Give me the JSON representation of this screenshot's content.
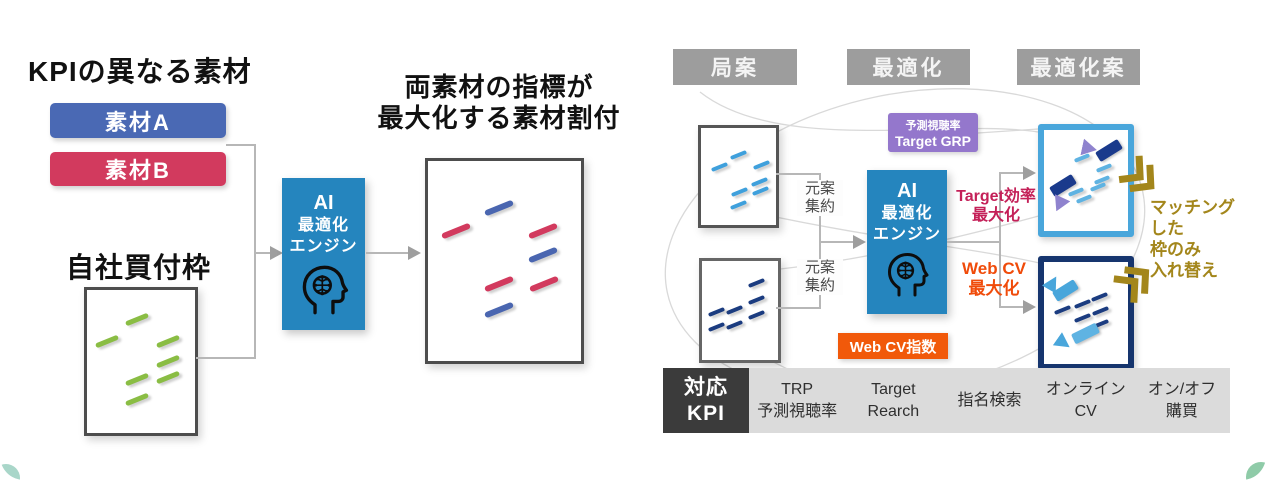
{
  "left": {
    "heading": "KPIの異なる素材",
    "material_a": "素材A",
    "material_b": "素材B",
    "own_frame": "自社買付枠",
    "result_title": {
      "line1": "両素材の指標が",
      "line2": "最大化する素材割付"
    }
  },
  "engine": {
    "line1": "AI",
    "line2": "最適化",
    "line3": "エンジン"
  },
  "right": {
    "headers": [
      "局案",
      "最適化",
      "最適化案"
    ],
    "aggregate": {
      "line1": "元案",
      "line2": "集約"
    },
    "grp_badge": {
      "line1": "予測視聴率",
      "line2": "Target GRP"
    },
    "target_label": {
      "line1": "Target効率",
      "line2": "最大化"
    },
    "webcv_label": {
      "line1": "Web CV",
      "line2": "最大化"
    },
    "webcv_badge": "Web CV指数",
    "matching": {
      "line1": "マッチング",
      "line2": "した",
      "line3": "枠のみ",
      "line4": "入れ替え"
    },
    "kpi": {
      "header": {
        "line1": "対応",
        "line2": "KPI"
      },
      "columns": [
        {
          "line1": "TRP",
          "line2": "予測視聴率"
        },
        {
          "line1": "Target",
          "line2": "Rearch"
        },
        {
          "line1": "指名検索",
          "line2": ""
        },
        {
          "line1": "オンライン",
          "line2": "CV"
        },
        {
          "line1": "オン/オフ",
          "line2": "購買"
        }
      ]
    }
  },
  "icons": {
    "ai_head": "human-head-with-circuit-brain",
    "gold_chevron": "double-chevron-arrow"
  },
  "colors": {
    "material_a_blue": "#4A69B4",
    "material_b_red": "#D23A5E",
    "engine_blue": "#2585BE",
    "green_dash": "#8ABD44",
    "light_blue_dash": "#3FA0DC",
    "navy_dash": "#1B3C80",
    "purple_badge": "#9477CC",
    "orange_badge": "#F1590A",
    "crimson_text": "#C42058",
    "orange_text": "#F04B0A",
    "gold_text": "#A3861B",
    "gray_header": "#9D9D9D",
    "kpi_bar_gray": "#DBDBDB",
    "kpi_dark_cell": "#3B3B3B",
    "light_blue_frame": "#49A6DB",
    "navy_frame": "#16356E"
  }
}
